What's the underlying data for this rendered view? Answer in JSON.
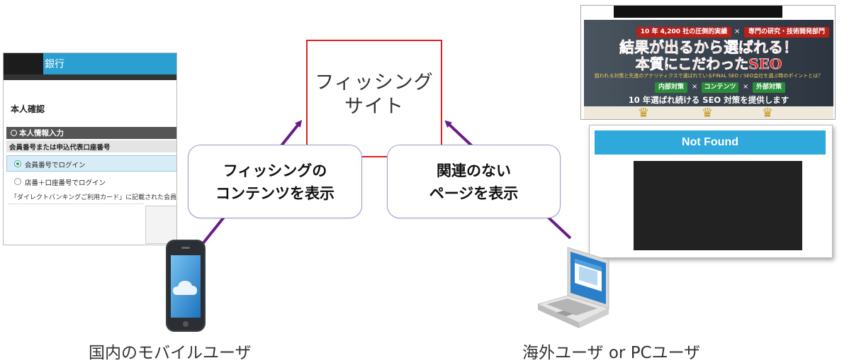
{
  "center": {
    "label_line1": "フィッシング",
    "label_line2": "サイト"
  },
  "bubbles": {
    "left_line1": "フィッシングの",
    "left_line2": "コンテンツを表示",
    "right_line1": "関連のない",
    "right_line2": "ページを表示"
  },
  "captions": {
    "left": "国内のモバイルユーザ",
    "right": "海外ユーザ or PCユーザ"
  },
  "bank_page": {
    "title": "銀行",
    "section": "本人確認",
    "bar": "本人情報入力",
    "subheader": "会員番号または申込代表口座番号",
    "option1": "会員番号でログイン",
    "option2": "店番＋口座番号でログイン",
    "note": "「ダイレクトバンキングご利用カード」に記載された会員"
  },
  "seo_page": {
    "tag1": "10 年 4,200 社の圧倒的実績",
    "tag2": "専門の研究・技術開発部門",
    "cross": "×",
    "headline1": "結果が出るから選ばれる！",
    "headline2": "本質にこだわったSEO",
    "small_text": "狙われる対策と先進のアナリティクスで選ばれているFINAL SEO / SEO会社を選ぶ時のポイントとは？",
    "tag3": "内部対策",
    "tag4": "コンテンツ",
    "tag5": "外部対策",
    "footer": "10 年選ばれ続ける SEO 対策を提供します"
  },
  "not_found": {
    "title": "Not Found"
  },
  "colors": {
    "arrow": "#6a1b8a",
    "box_border": "#e02020",
    "bubble_border": "#9a9ad0",
    "bank_blue": "#2a9fd0",
    "nf_blue": "#2fa8dc"
  }
}
